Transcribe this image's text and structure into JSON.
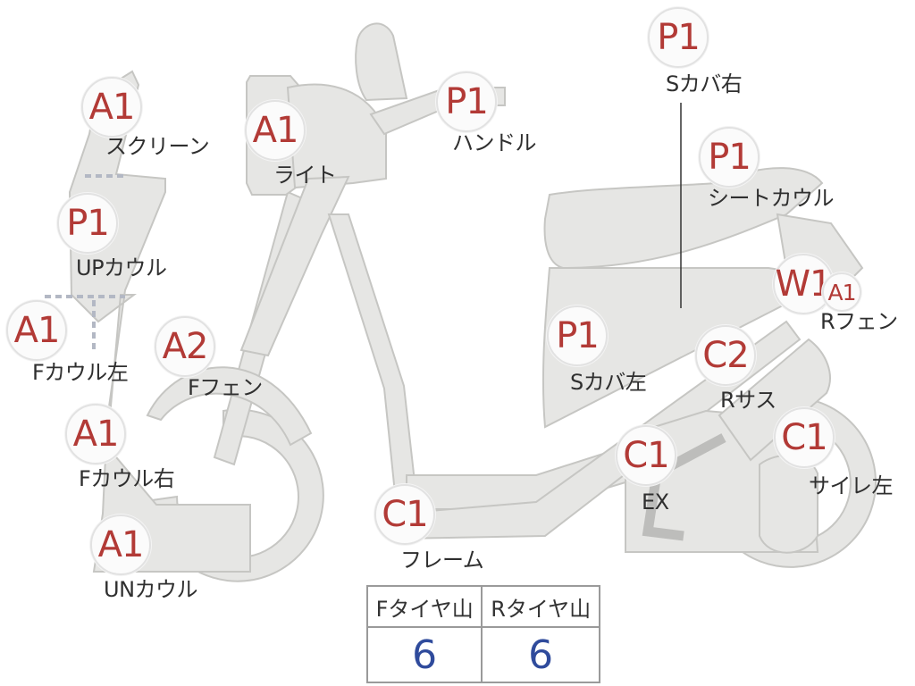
{
  "parts": [
    {
      "id": "screen-a1",
      "grade": "A1",
      "label": "スクリーン"
    },
    {
      "id": "light-a1",
      "grade": "A1",
      "label": "ライト"
    },
    {
      "id": "handle-p1",
      "grade": "P1",
      "label": "ハンドル"
    },
    {
      "id": "side-cover-right-p1",
      "grade": "P1",
      "label": "Sカバ右"
    },
    {
      "id": "seat-cowl-p1",
      "grade": "P1",
      "label": "シートカウル"
    },
    {
      "id": "up-cowl-p1",
      "grade": "P1",
      "label": "UPカウル"
    },
    {
      "id": "f-cowl-left-a1",
      "grade": "A1",
      "label": "Fカウル左"
    },
    {
      "id": "f-fender-a2",
      "grade": "A2",
      "label": "Fフェン"
    },
    {
      "id": "r-fender-w1",
      "grade": "W1",
      "label": "Rフェン"
    },
    {
      "id": "r-fender-a1",
      "grade": "A1",
      "label": ""
    },
    {
      "id": "side-cover-left-p1",
      "grade": "P1",
      "label": "Sカバ左"
    },
    {
      "id": "r-sus-c2",
      "grade": "C2",
      "label": "Rサス"
    },
    {
      "id": "f-cowl-right-a1",
      "grade": "A1",
      "label": "Fカウル右"
    },
    {
      "id": "ex-c1",
      "grade": "C1",
      "label": "EX"
    },
    {
      "id": "muffler-left-c1",
      "grade": "C1",
      "label": "サイレ左"
    },
    {
      "id": "frame-c1",
      "grade": "C1",
      "label": "フレーム"
    },
    {
      "id": "un-cowl-a1",
      "grade": "A1",
      "label": "UNカウル"
    }
  ],
  "tread": {
    "headers": [
      "Fタイヤ山",
      "Rタイヤ山"
    ],
    "values": [
      "6",
      "6"
    ]
  },
  "colors": {
    "grade_text": "#b23a36",
    "tread_value": "#2f4b9c",
    "body_fill": "#e6e6e4",
    "body_outline": "#c6c6c3"
  }
}
